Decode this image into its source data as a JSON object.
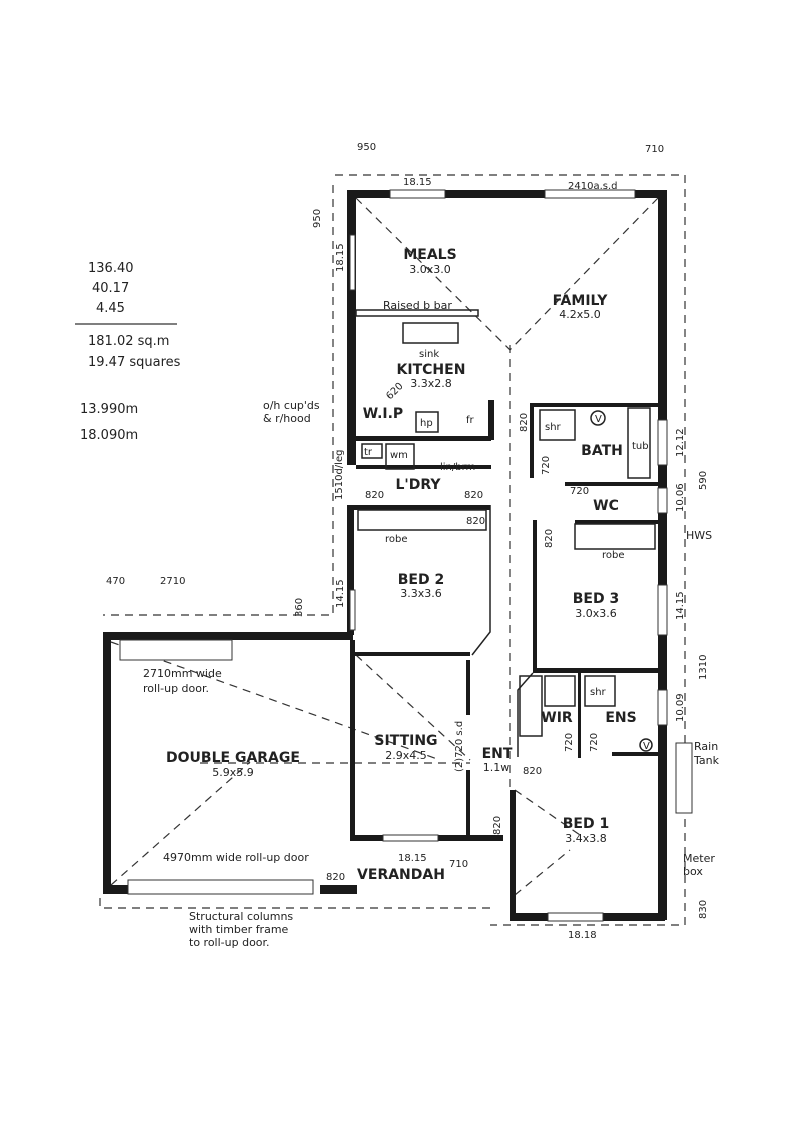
{
  "area_summary": {
    "lines": [
      "136.40",
      "40.17",
      "4.45"
    ],
    "total_sqm": "181.02 sq.m",
    "total_squares": "19.47 squares",
    "width": "13.990m",
    "depth": "18.090m"
  },
  "rooms": {
    "meals": {
      "name": "MEALS",
      "size": "3.0x3.0"
    },
    "family": {
      "name": "FAMILY",
      "size": "4.2x5.0"
    },
    "kitchen": {
      "name": "KITCHEN",
      "size": "3.3x2.8"
    },
    "wip": {
      "name": "W.I.P"
    },
    "bath": {
      "name": "BATH"
    },
    "laundry": {
      "name": "L'DRY"
    },
    "wc": {
      "name": "WC"
    },
    "bed2": {
      "name": "BED 2",
      "size": "3.3x3.6"
    },
    "bed3": {
      "name": "BED 3",
      "size": "3.0x3.6"
    },
    "sitting": {
      "name": "SITTING",
      "size": "2.9x4.5"
    },
    "entry": {
      "name": "ENT",
      "size": "1.1w"
    },
    "garage": {
      "name": "DOUBLE GARAGE",
      "size": "5.9x5.9"
    },
    "wir": {
      "name": "WIR"
    },
    "ensuite": {
      "name": "ENS"
    },
    "bed1": {
      "name": "BED 1",
      "size": "3.4x3.8"
    },
    "verandah": {
      "name": "VERANDAH"
    }
  },
  "fixtures": {
    "raised_bar": "Raised b bar",
    "sink": "sink",
    "hotplate": "hp",
    "fridge": "fr",
    "trough": "tr",
    "washing_machine": "wm",
    "linen": "lin/brm",
    "robe_bed2": "robe",
    "robe_bed3": "robe",
    "shower_bath": "shr",
    "shower_ens": "shr",
    "tub": "tub",
    "vanity_bath": "V",
    "vanity_ens": "V"
  },
  "dimensions": {
    "top_left_950": "950",
    "side_950": "950",
    "top_right_710": "710",
    "meals_window": "18.15",
    "family_window": "2410a.s.d",
    "meals_side_window": "18.15",
    "pantry_door": "620",
    "laundry_window": "1510d/leg",
    "bed2_side_window": "14.15",
    "garage_470": "470",
    "garage_2710": "2710",
    "garage_360": "360",
    "bath_window": "12.12",
    "dim_590": "590",
    "wc_window": "10.06",
    "bed3_window": "14.15",
    "dim_1310": "1310",
    "ens_window": "10.09",
    "dim_830": "830",
    "bed1_window": "18.18",
    "sitting_window": "18.15",
    "verandah_710": "710",
    "sliding_door": "(2)720 s.d",
    "door_820": "820",
    "door_720": "720"
  },
  "notes": {
    "cupboards_1": "o/h cup'ds",
    "cupboards_2": "& r/hood",
    "side_door_1": "2710mm wide",
    "side_door_2": "roll-up door.",
    "front_door": "4970mm wide roll-up door",
    "columns_1": "Structural columns",
    "columns_2": "with timber frame",
    "columns_3": "to roll-up door.",
    "hws": "HWS",
    "rain_tank_1": "Rain",
    "rain_tank_2": "Tank",
    "meter_1": "Meter",
    "meter_2": "box"
  }
}
